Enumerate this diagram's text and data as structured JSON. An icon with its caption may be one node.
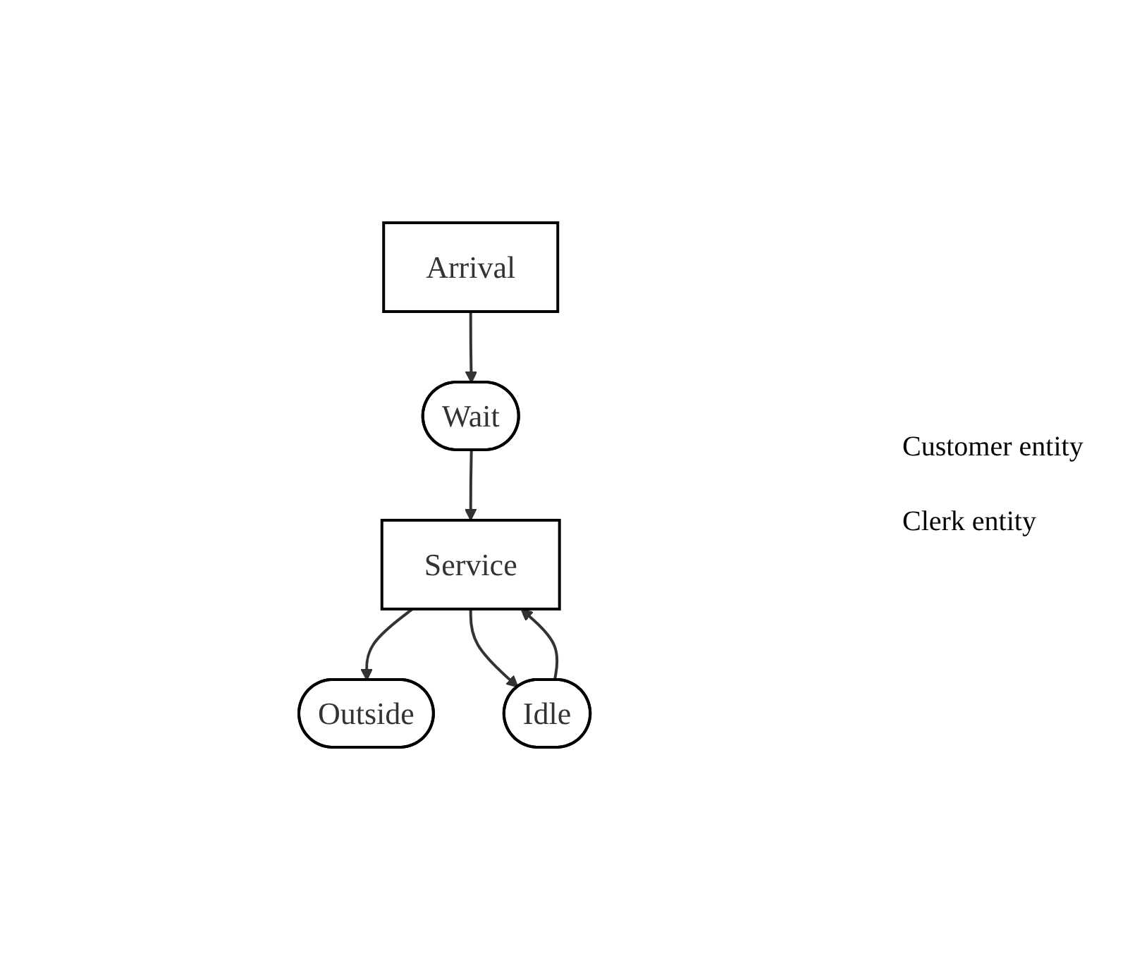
{
  "diagram": {
    "nodes": [
      {
        "text": [
          "Arrival"
        ]
      },
      {
        "text": [
          "Wait"
        ]
      },
      {
        "text": [
          "Outside"
        ]
      },
      {
        "text": [
          "Service"
        ]
      },
      {
        "text": [
          "Idle"
        ]
      }
    ],
    "edges": [
      {
        "from": 0,
        "to": 1,
        "arrow": "to"
      },
      {
        "from": 1,
        "to": 3,
        "arrow": "to"
      },
      {
        "from": 3,
        "to": 2,
        "arrow": "to"
      },
      {
        "from": 3,
        "to": 4,
        "arrow": "to"
      },
      {
        "from": 4,
        "to": 3,
        "arrow": "to"
      }
    ],
    "labels": [
      "Customer entity",
      "Clerk entity"
    ]
  }
}
